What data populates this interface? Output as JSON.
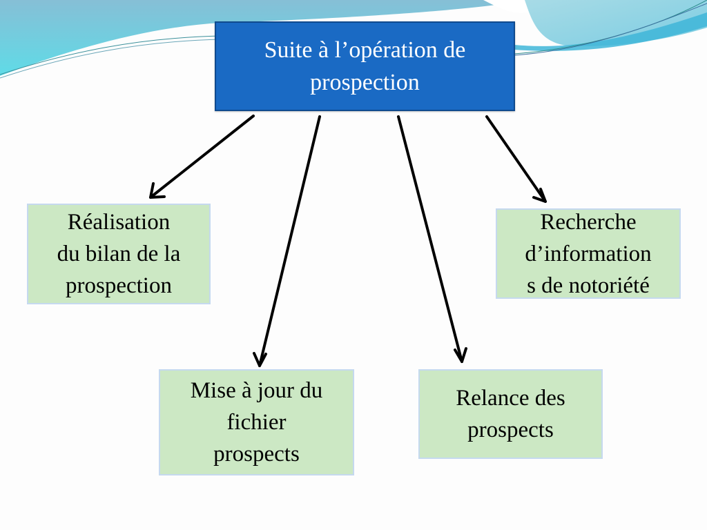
{
  "diagram": {
    "type": "hierarchy",
    "root": {
      "label": "Suite à l’opération de\nprospection",
      "fill": "#1a6ac4",
      "text_color": "#ffffff"
    },
    "children": [
      {
        "id": "bilan",
        "label": "Réalisation\ndu bilan de la\nprospection",
        "fill": "#cce8c4"
      },
      {
        "id": "fichier",
        "label": "Mise à jour du\nfichier\nprospects",
        "fill": "#cce8c4"
      },
      {
        "id": "relance",
        "label": "Relance des\nprospects",
        "fill": "#cce8c4"
      },
      {
        "id": "notoriete",
        "label": "Recherche\nd’information\ns de notoriété",
        "fill": "#cce8c4"
      }
    ],
    "edges": [
      {
        "from": "root",
        "to": "bilan",
        "icon": "arrow-icon"
      },
      {
        "from": "root",
        "to": "fichier",
        "icon": "arrow-icon"
      },
      {
        "from": "root",
        "to": "relance",
        "icon": "arrow-icon"
      },
      {
        "from": "root",
        "to": "notoriete",
        "icon": "arrow-icon"
      }
    ]
  },
  "theme": {
    "background": "#fdfdfd",
    "wave_colors": [
      "#7fc6db",
      "#5fd8e6",
      "#3fb6d8"
    ],
    "leaf_border": "#c5d9ef",
    "arrow_color": "#000000"
  }
}
